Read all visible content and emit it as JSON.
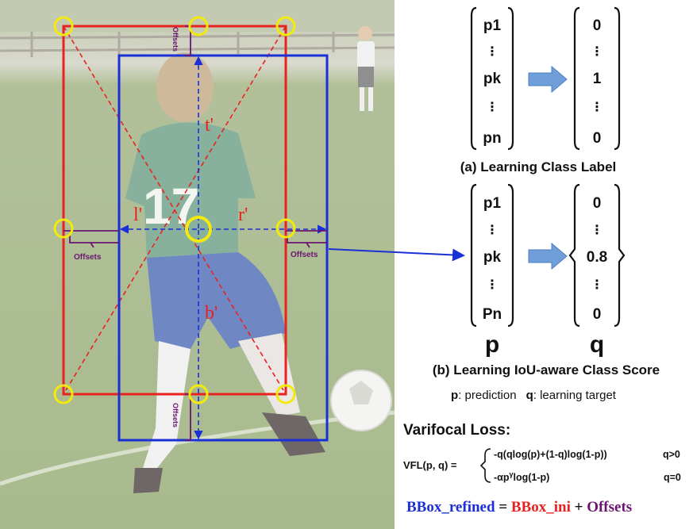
{
  "colors": {
    "ini_box": "#e8231f",
    "refined_box": "#1b2fd6",
    "offsets_purple": "#6a1670",
    "circles_yellow": "#f2ea0d",
    "label_red": "#e8231f",
    "arrow_fill": "#6f9ed8",
    "field_green": "#8fa46a",
    "field_dark": "#6f8a4c"
  },
  "photo": {
    "labels": {
      "t": "t'",
      "l": "l'",
      "r": "r'",
      "b": "b'"
    },
    "offsets_top": "Offsets",
    "offsets_left": "Offsets",
    "offsets_right": "Offsets",
    "offsets_bottom": "Offsets",
    "player_number": "17"
  },
  "panel_a": {
    "pred_vector": [
      "p1",
      "⋮",
      "pk",
      "⋮",
      "pn"
    ],
    "target_vector": [
      "0",
      "⋮",
      "1",
      "⋮",
      "0"
    ],
    "caption": "(a) Learning Class Label"
  },
  "panel_b": {
    "pred_vector": [
      "p1",
      "⋮",
      "pk",
      "⋮",
      "Pn"
    ],
    "target_vector": [
      "0",
      "⋮",
      "0.8",
      "⋮",
      "0"
    ],
    "pred_symbol": "p",
    "target_symbol": "q",
    "caption": "(b) Learning IoU-aware Class Score",
    "legend_p_key": "p",
    "legend_p_text": ": prediction",
    "legend_q_key": "q",
    "legend_q_text": ": learning target"
  },
  "loss": {
    "title": "Varifocal Loss:",
    "lhs": "VFL(p, q) =",
    "case1": "-q(qlog(p)+(1-q)log(1-p))",
    "case1_cond": "q>0",
    "case2_prefix": "-αp",
    "case2_sup": "γ",
    "case2_suffix": "log(1-p)",
    "case2_cond": "q=0"
  },
  "equation": {
    "refined": "BBox_refined",
    "eq": " = ",
    "ini": "BBox_ini",
    "plus": " + ",
    "offsets": "Offsets"
  }
}
